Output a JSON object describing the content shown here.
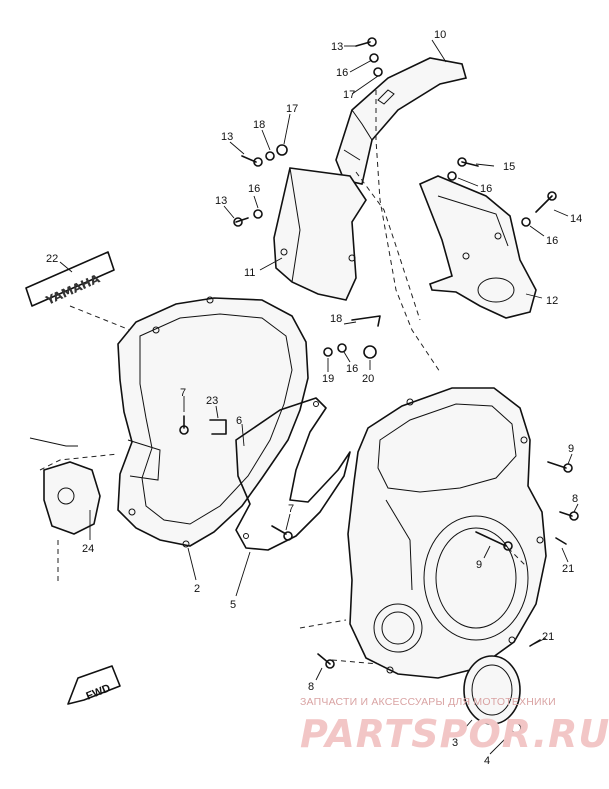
{
  "diagram": {
    "callouts": [
      {
        "id": "c13a",
        "text": "13"
      },
      {
        "id": "c10",
        "text": "10"
      },
      {
        "id": "c16a",
        "text": "16"
      },
      {
        "id": "c17a",
        "text": "17"
      },
      {
        "id": "c13b",
        "text": "13"
      },
      {
        "id": "c18a",
        "text": "18"
      },
      {
        "id": "c17b",
        "text": "17"
      },
      {
        "id": "c15",
        "text": "15"
      },
      {
        "id": "c16b",
        "text": "16"
      },
      {
        "id": "c13c",
        "text": "13"
      },
      {
        "id": "c16c",
        "text": "16"
      },
      {
        "id": "c14",
        "text": "14"
      },
      {
        "id": "c16d",
        "text": "16"
      },
      {
        "id": "c22",
        "text": "22"
      },
      {
        "id": "c11",
        "text": "11"
      },
      {
        "id": "c12",
        "text": "12"
      },
      {
        "id": "c18b",
        "text": "18"
      },
      {
        "id": "c19",
        "text": "19"
      },
      {
        "id": "c16e",
        "text": "16"
      },
      {
        "id": "c20",
        "text": "20"
      },
      {
        "id": "c7a",
        "text": "7"
      },
      {
        "id": "c23",
        "text": "23"
      },
      {
        "id": "c6",
        "text": "6"
      },
      {
        "id": "c9a",
        "text": "9"
      },
      {
        "id": "c8a",
        "text": "8"
      },
      {
        "id": "c7b",
        "text": "7"
      },
      {
        "id": "c24",
        "text": "24"
      },
      {
        "id": "c2",
        "text": "2"
      },
      {
        "id": "c9b",
        "text": "9"
      },
      {
        "id": "c21a",
        "text": "21"
      },
      {
        "id": "c5",
        "text": "5"
      },
      {
        "id": "c21b",
        "text": "21"
      },
      {
        "id": "c8b",
        "text": "8"
      },
      {
        "id": "c3",
        "text": "3"
      },
      {
        "id": "c4",
        "text": "4"
      }
    ],
    "fwd_label": "FWD",
    "emblem_text": "YAMAHA"
  },
  "watermark": {
    "tagline": "ЗАПЧАСТИ И АКСЕССУАРЫ ДЛЯ МОТОТЕХНИКИ",
    "brand": "PARTSPOR.RU"
  },
  "colors": {
    "line": "#111111",
    "watermark_small": "#d9a3a3",
    "watermark_big": "#f2c6c6"
  }
}
